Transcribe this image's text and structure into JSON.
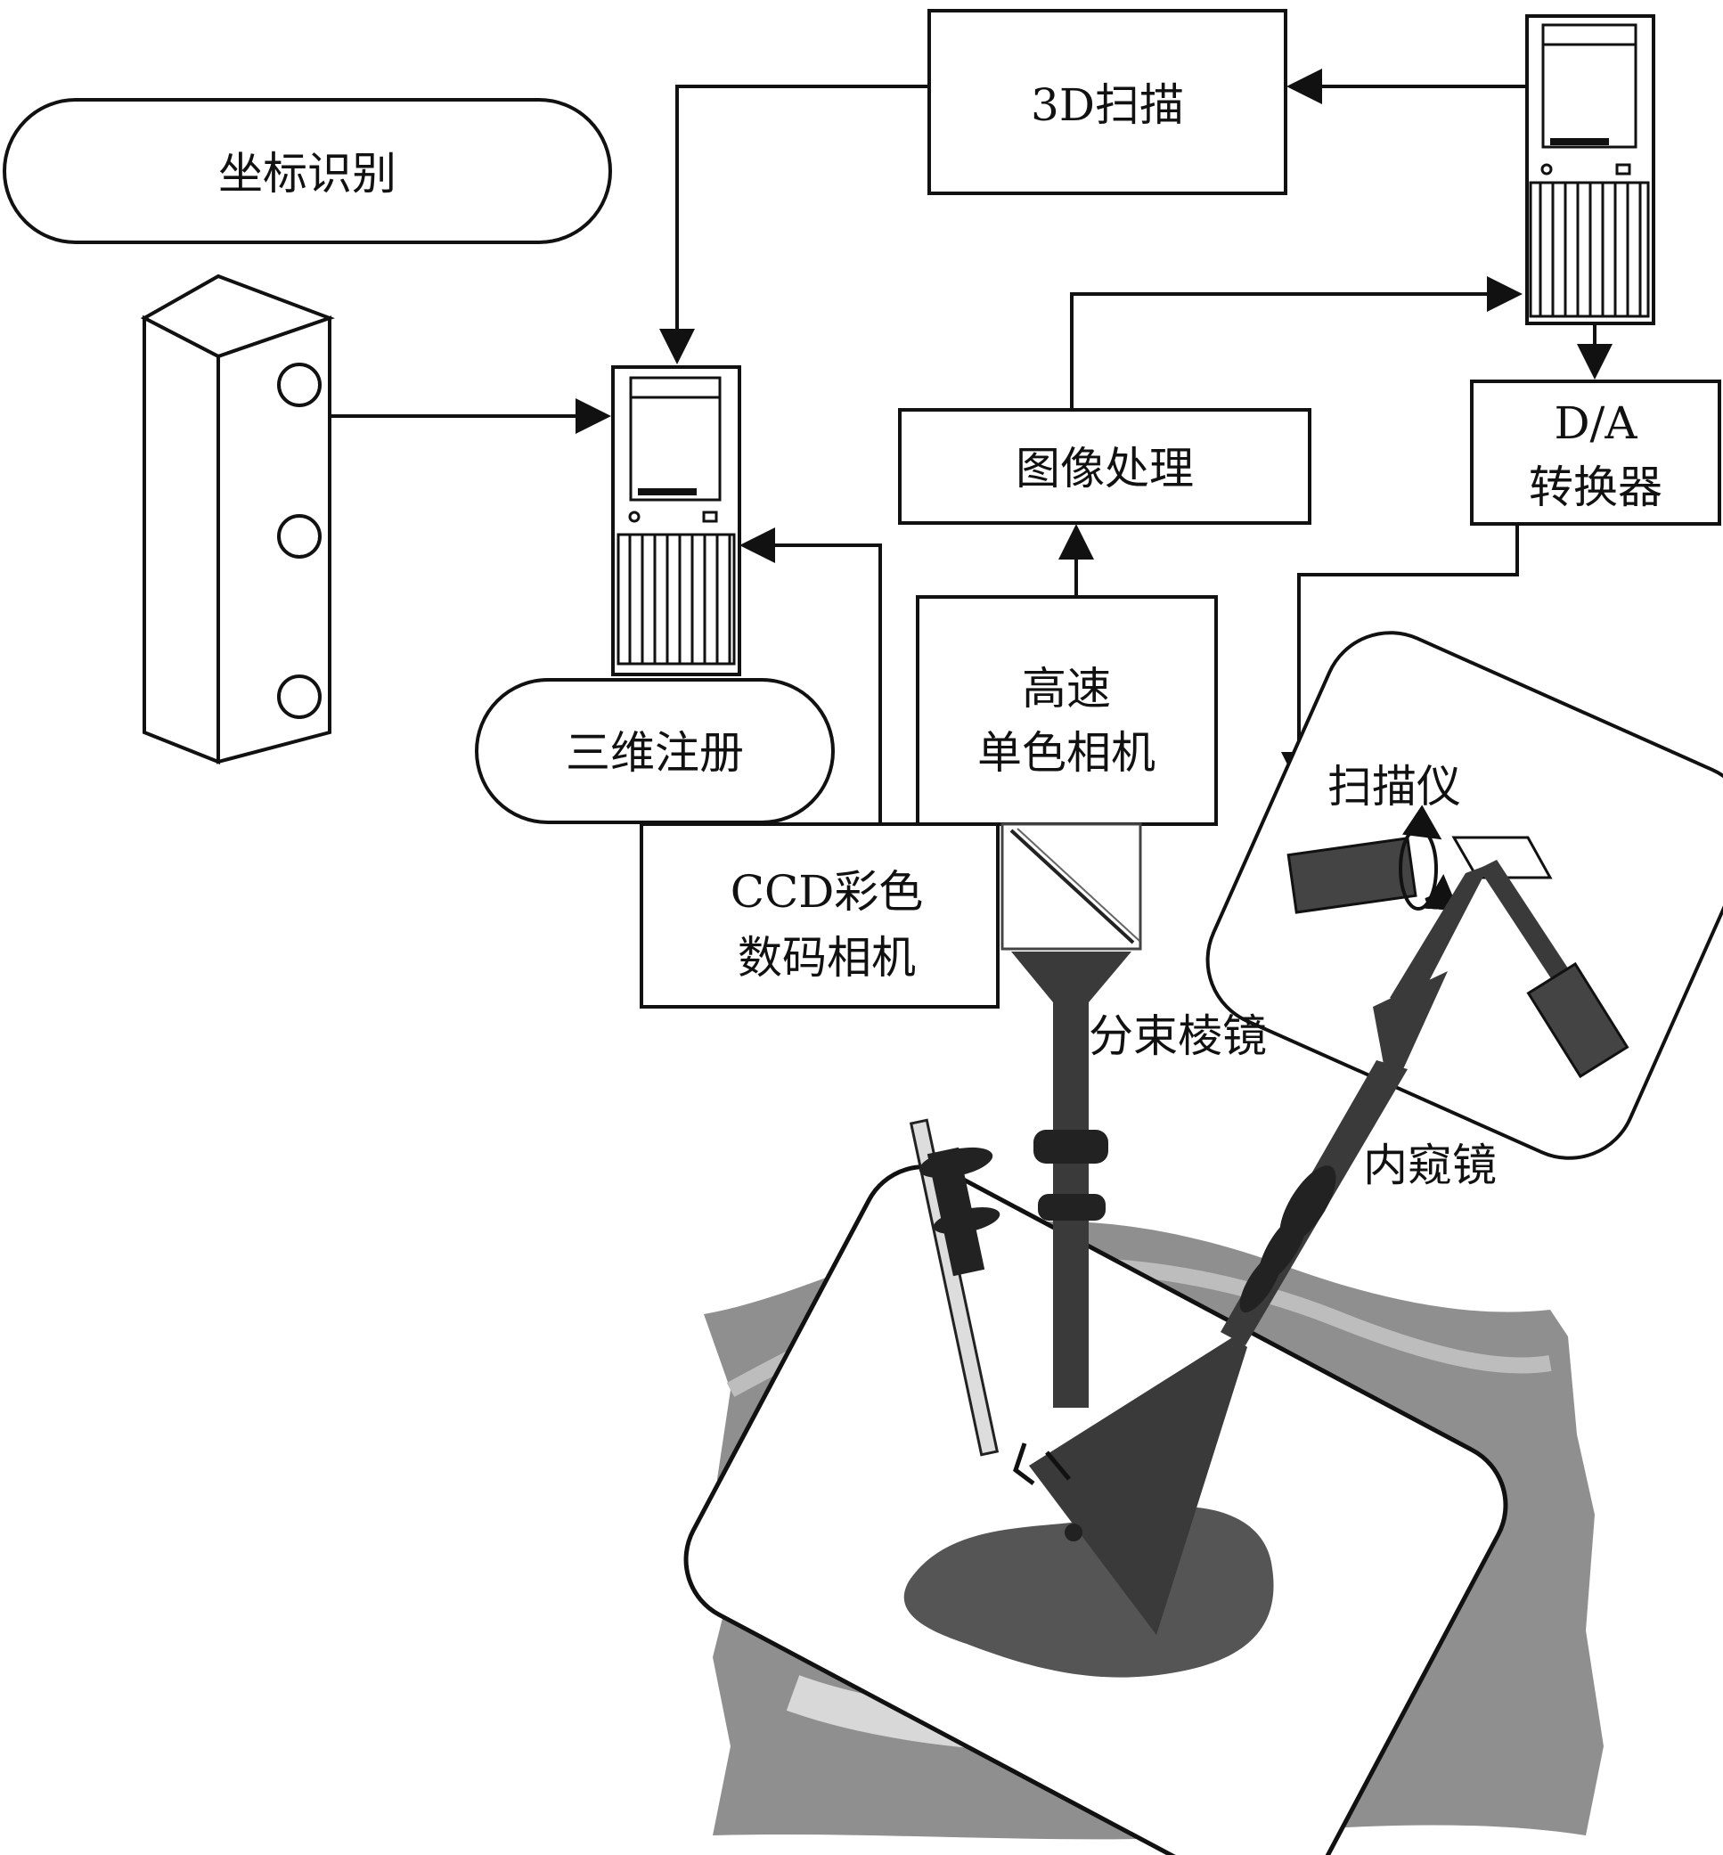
{
  "labels": {
    "coord_recognition": "坐标识别",
    "scan_3d": "3D扫描",
    "image_processing": "图像处理",
    "da_line1": "D/A",
    "da_line2": "转换器",
    "registration_3d": "三维注册",
    "hs_camera_line1": "高速",
    "hs_camera_line2": "单色相机",
    "ccd_line1": "CCD彩色",
    "ccd_line2": "数码相机",
    "beam_splitter": "分束棱镜",
    "scanner": "扫描仪",
    "endoscope": "内窥镜"
  },
  "colors": {
    "line": "#111111",
    "tissue": "#8f8f8f",
    "organ": "#555555",
    "instrument": "#3a3a3a",
    "box_fill": "#ffffff"
  }
}
